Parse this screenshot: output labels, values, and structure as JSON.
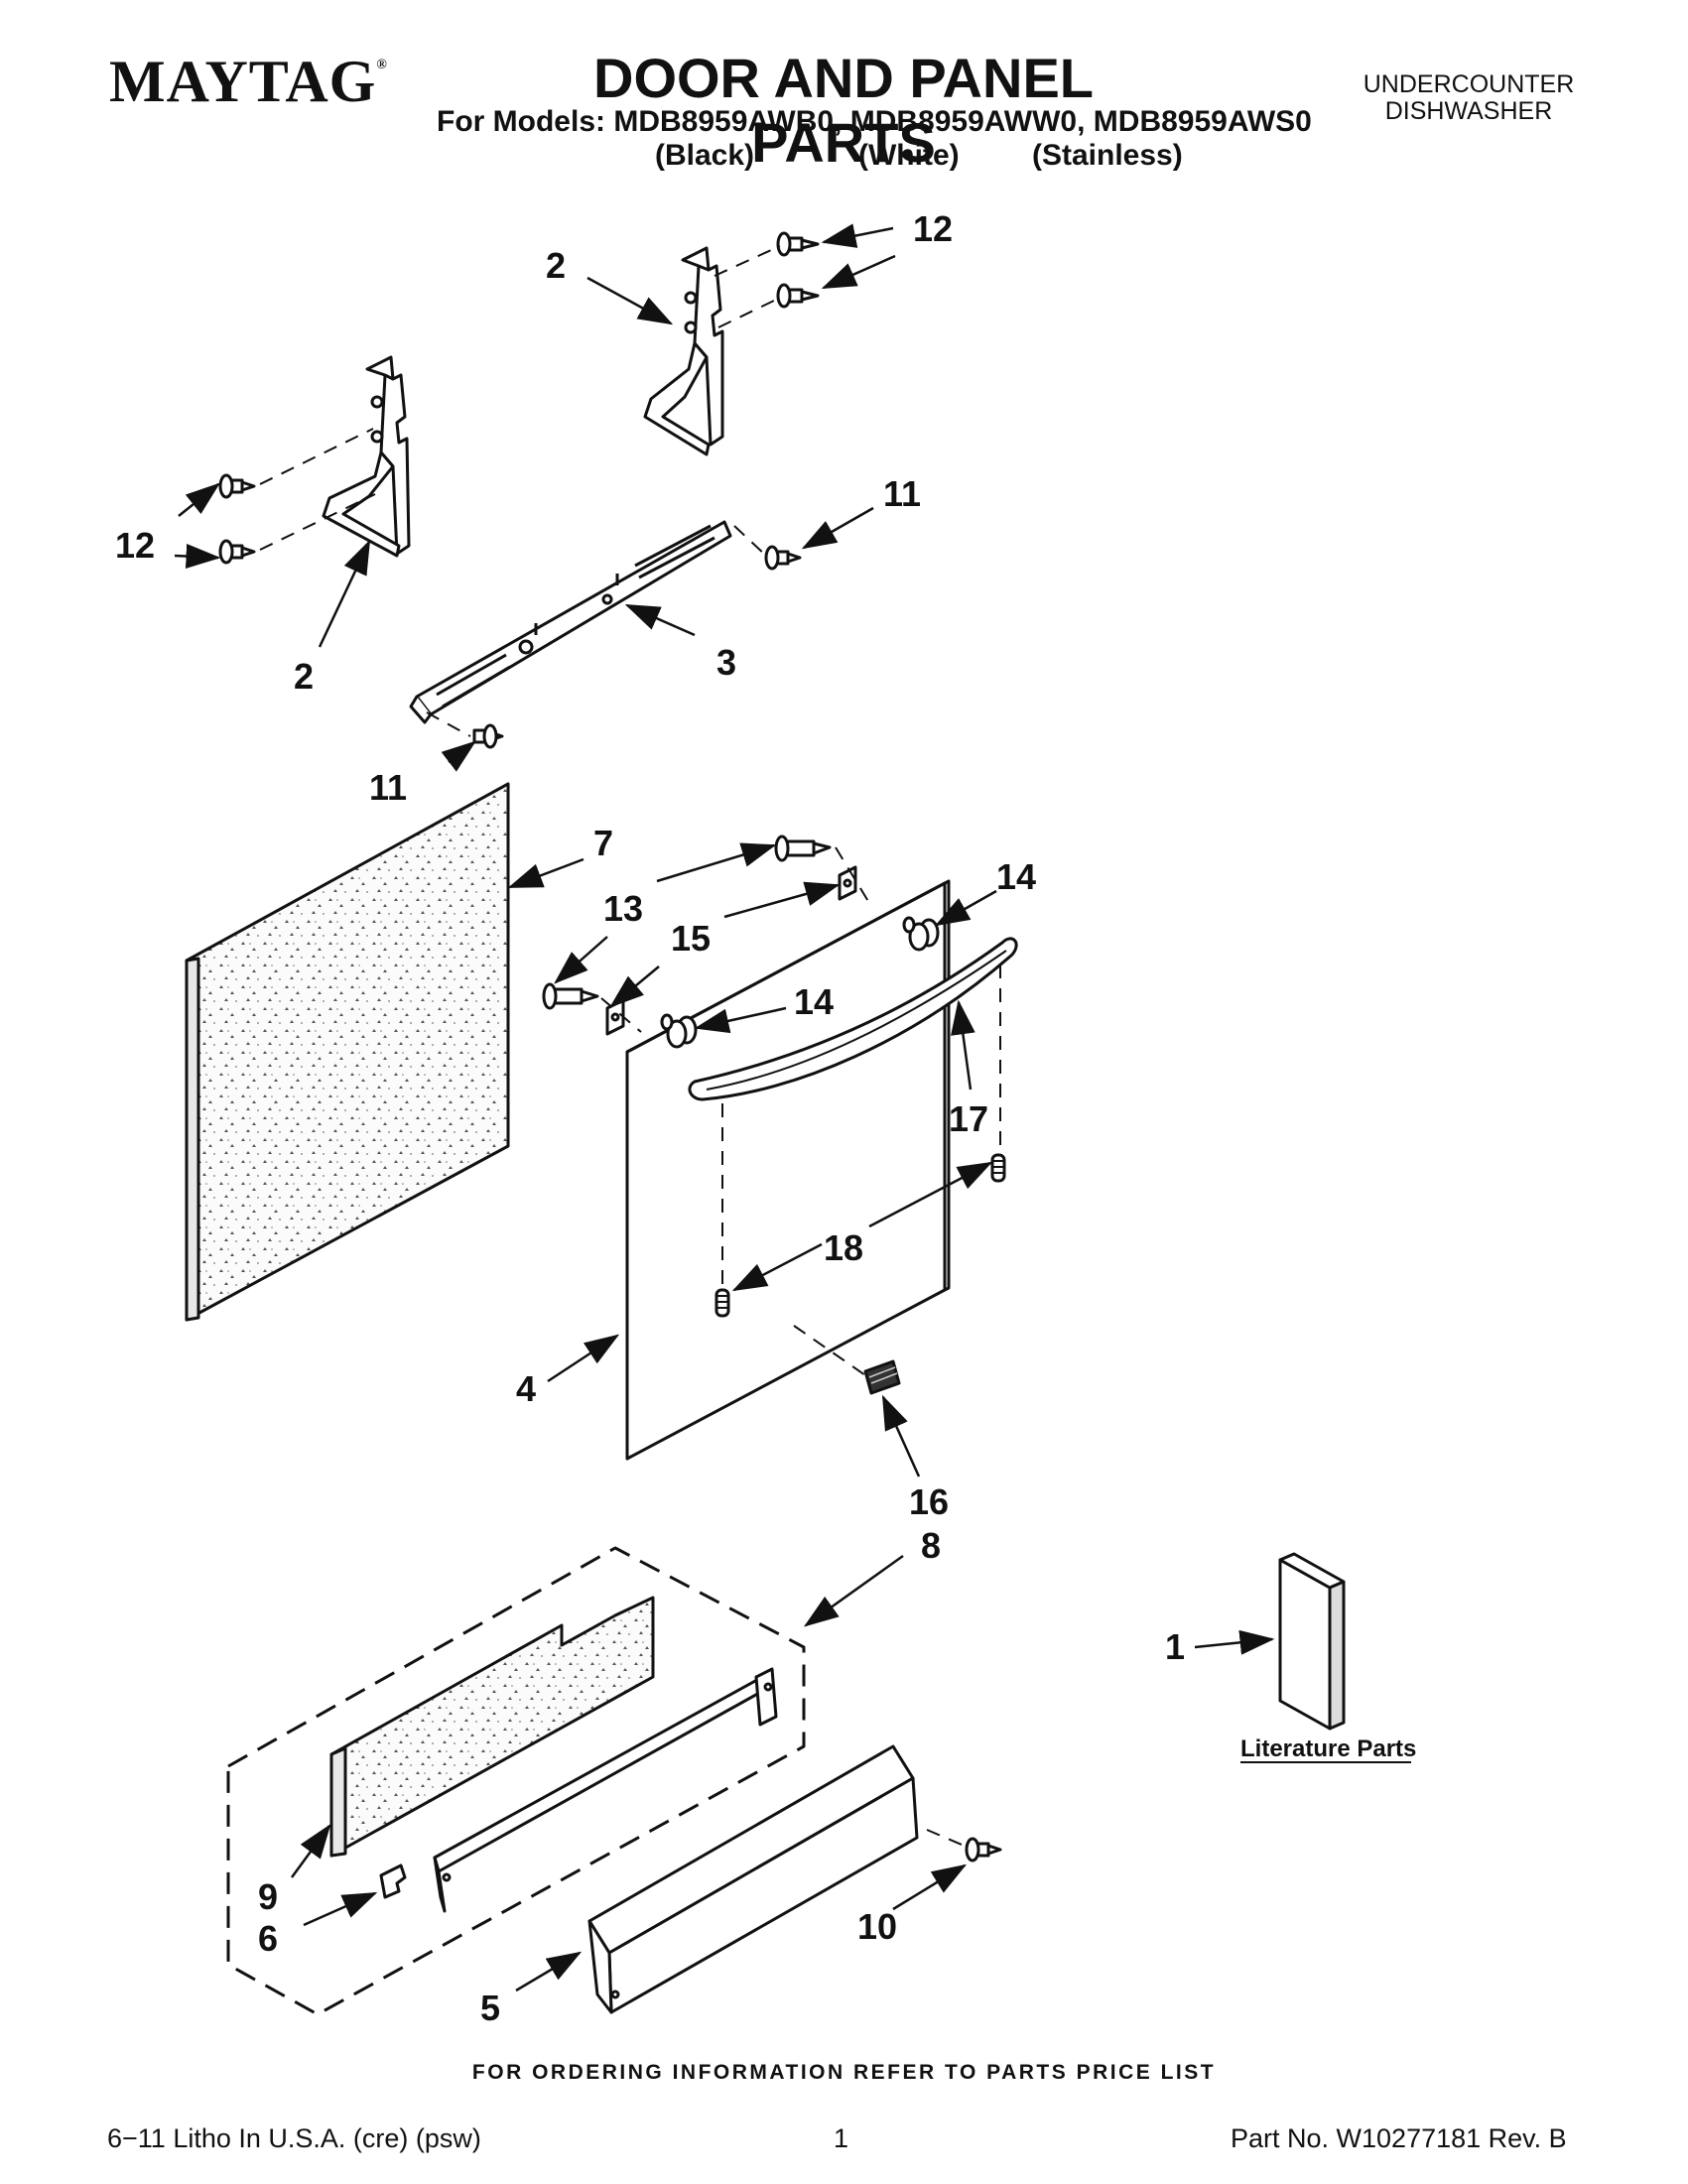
{
  "header": {
    "brand": "MAYTAG",
    "brand_mark": "®",
    "title": "DOOR AND PANEL PARTS",
    "models_line": "For Models: MDB8959AWB0, MDB8959AWW0, MDB8959AWS0",
    "variants": [
      "(Black)",
      "(White)",
      "(Stainless)"
    ],
    "unit_type": [
      "UNDERCOUNTER",
      "DISHWASHER"
    ]
  },
  "diagram": {
    "callouts": [
      "12",
      "2",
      "12",
      "2",
      "11",
      "3",
      "11",
      "7",
      "13",
      "15",
      "14",
      "14",
      "17",
      "18",
      "4",
      "16",
      "8",
      "1",
      "9",
      "6",
      "10",
      "5"
    ],
    "literature_label": "Literature Parts"
  },
  "footer": {
    "ordering_note": "FOR ORDERING INFORMATION REFER TO PARTS PRICE LIST",
    "litho": "6−11 Litho In U.S.A. (cre) (psw)",
    "page_number": "1",
    "part_number": "Part No. W10277181 Rev. B"
  }
}
